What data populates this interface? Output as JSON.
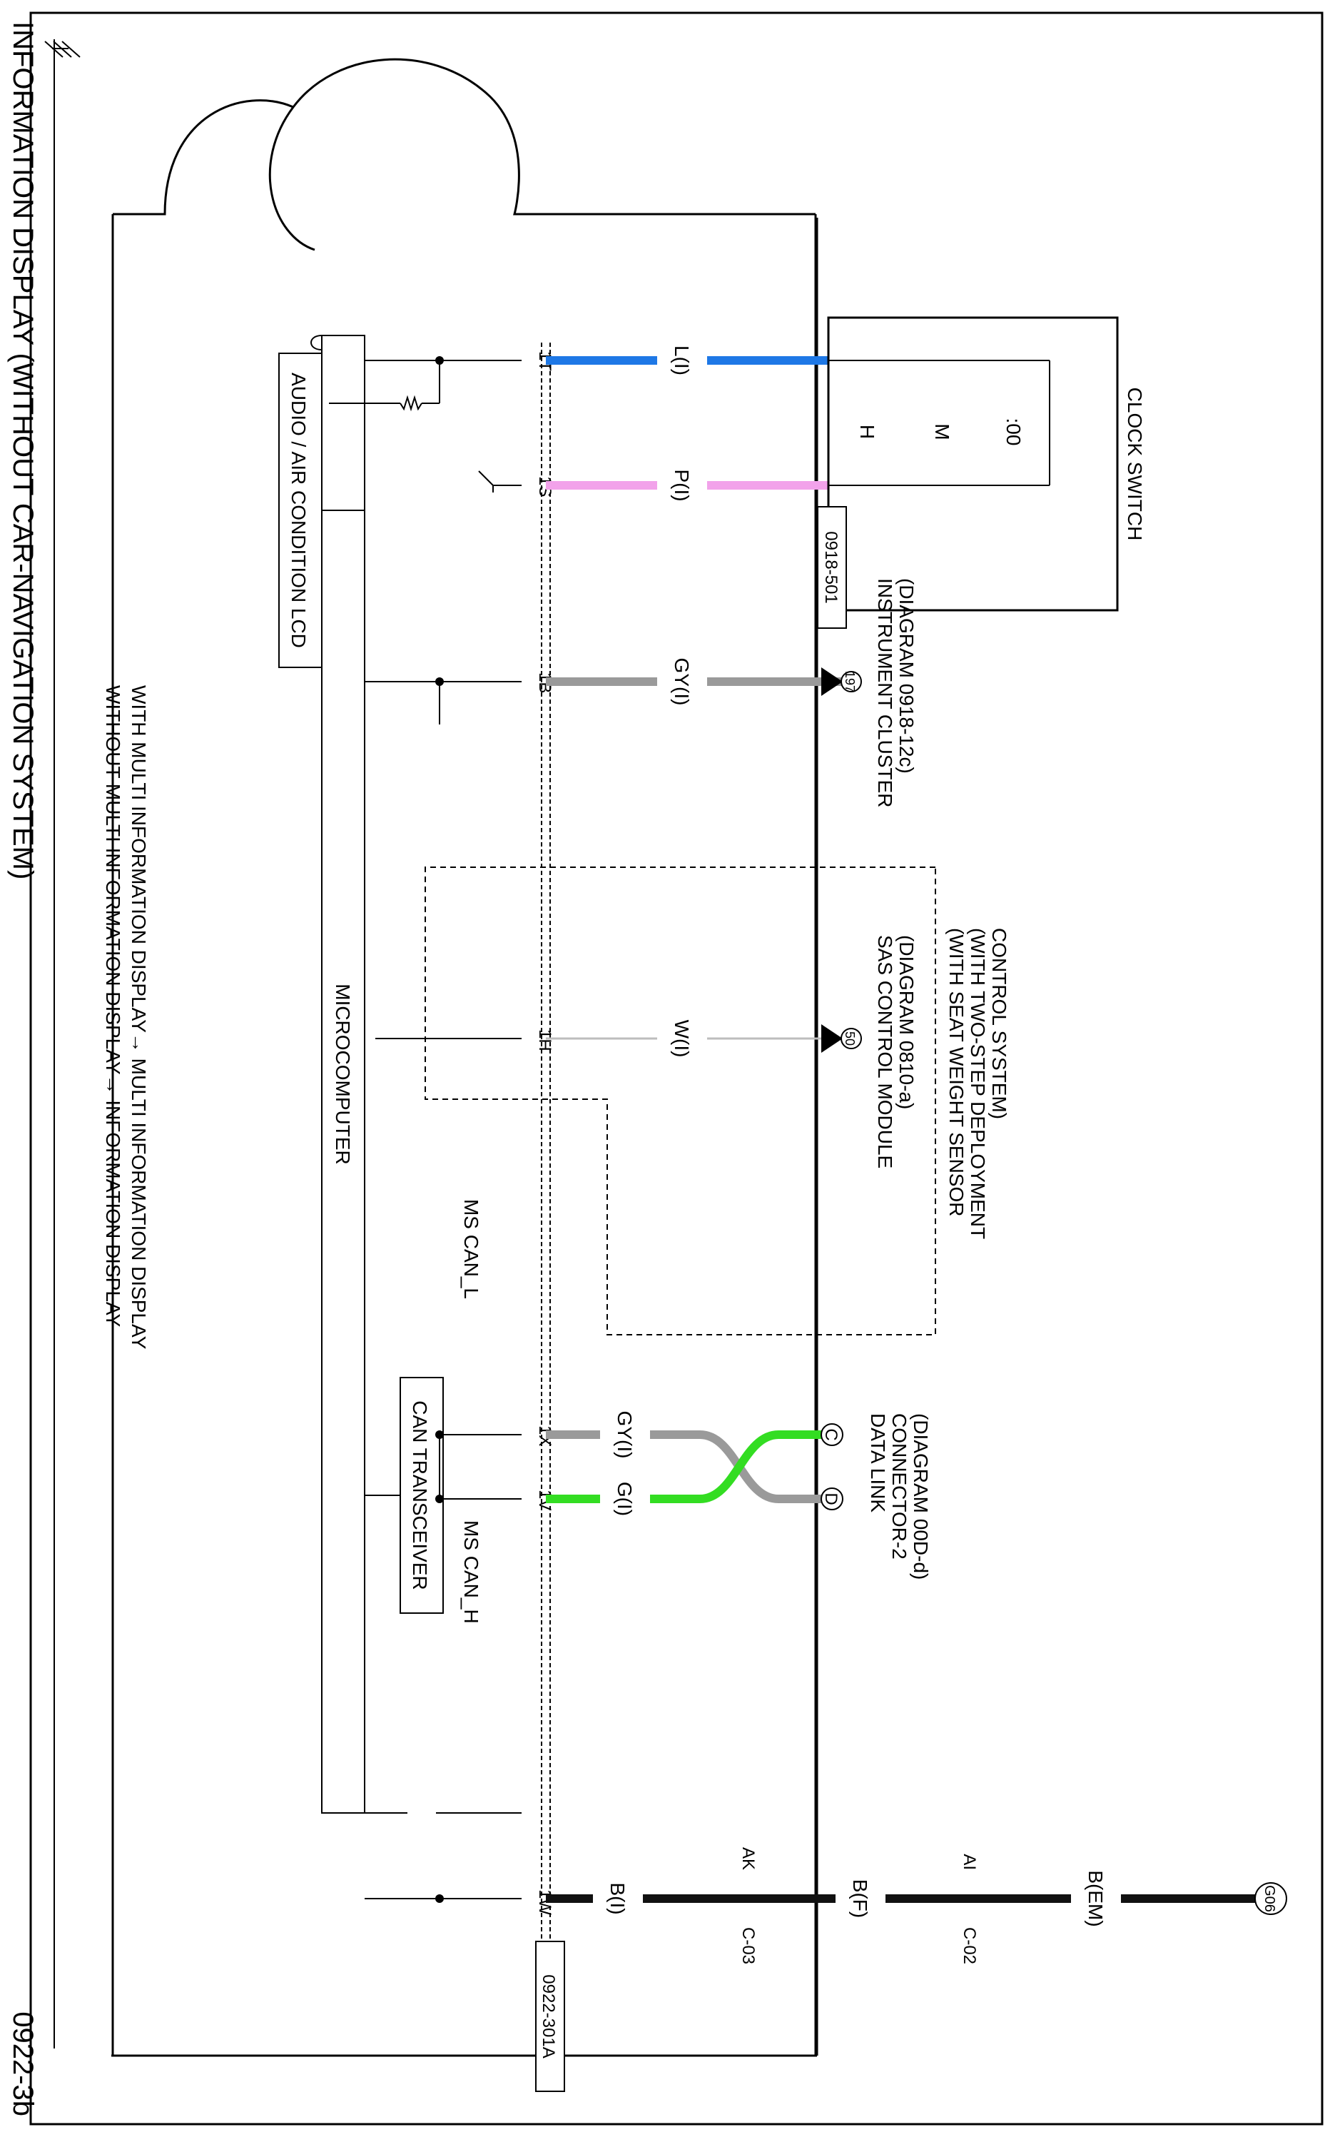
{
  "title": "INFORMATION DISPLAY (WITHOUT CAR-NAVIGATION SYSTEM)",
  "page_number": "0922-3b",
  "notes": [
    "WITHOUT MULTI INFORMATION DISPLAY→ INFORMATION DISPLAY",
    "WITH MULTI INFORMATION DISPLAY→ MULTI INFORMATION DISPLAY"
  ],
  "blocks": {
    "audio_lcd": "AUDIO / AIR CONDITION LCD",
    "microcomputer": "MICROCOMPUTER",
    "can_transceiver": "CAN TRANSCEIVER",
    "ms_can_l": "MS CAN_L",
    "ms_can_h": "MS CAN_H",
    "clock_switch": "CLOCK SWITCH",
    "switch_h": "H",
    "switch_m": "M",
    "switch_00": ":00"
  },
  "connectors": {
    "main": "0922-301A",
    "clock": "0918-501"
  },
  "wires": [
    {
      "pin": "1T",
      "color_code": "L(I)",
      "hex": "#1e78e6"
    },
    {
      "pin": "1S",
      "color_code": "P(I)",
      "hex": "#f2a2ea"
    },
    {
      "pin": "1B",
      "color_code": "GY(I)",
      "hex": "#9a9a9a"
    },
    {
      "pin": "1H",
      "color_code": "W(I)",
      "hex": "#bdbdbd"
    },
    {
      "pin": "1X",
      "color_code": "GY(I)",
      "hex": "#9a9a9a"
    },
    {
      "pin": "1V",
      "color_code": "G(I)",
      "hex": "#33dd22"
    },
    {
      "pin": "1W",
      "color_code": "B(I)",
      "hex": "#111111"
    }
  ],
  "destinations": {
    "instrument_cluster": {
      "badge": "197",
      "lines": [
        "INSTRUMENT CLUSTER",
        "(DIAGRAM 0918-12c)"
      ]
    },
    "sas_module": {
      "badge": "50",
      "lines": [
        "SAS CONTROL MODULE",
        "(DIAGRAM 0810-a)"
      ]
    },
    "sas_condition": [
      "(WITH SEAT WEIGHT SENSOR",
      "(WITH TWO-STEP DEPLOYMENT",
      "CONTROL SYSTEM)"
    ],
    "data_link": {
      "lines": [
        "DATA LINK",
        "CONNECTOR-2",
        "(DIAGRAM 00D-d)"
      ],
      "pin_c": "C",
      "pin_d": "D"
    }
  },
  "ground_path": {
    "segments": [
      "B(I)",
      "B(F)",
      "B(EM)"
    ],
    "joints": [
      {
        "pin": "AK",
        "connector": "C-03"
      },
      {
        "pin": "AI",
        "connector": "C-02"
      }
    ],
    "ground": "G06"
  }
}
